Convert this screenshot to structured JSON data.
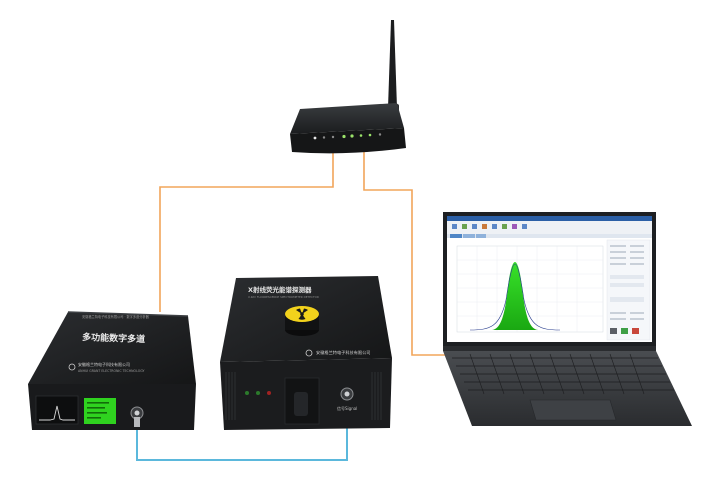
{
  "colors": {
    "background": "#ffffff",
    "cable_orange": "#f2a55a",
    "cable_blue": "#5bb8dc",
    "device_dark": "#1f2123",
    "screen_green": "#2fd21f",
    "radiation_yellow": "#f2d21c"
  },
  "devices": {
    "mca": {
      "top_label": "多功能数字多道",
      "side_company": "安徽格兰特电子科技有限公司"
    },
    "detector_box": {
      "top_label": "X射线荧光能谱探测器",
      "front_company": "安徽格兰特电子科技有限公司",
      "port_label": "信号Signal"
    }
  },
  "icons": {
    "router": "wifi-router-icon",
    "radiation": "radiation-trefoil-icon",
    "laptop": "laptop-icon"
  }
}
